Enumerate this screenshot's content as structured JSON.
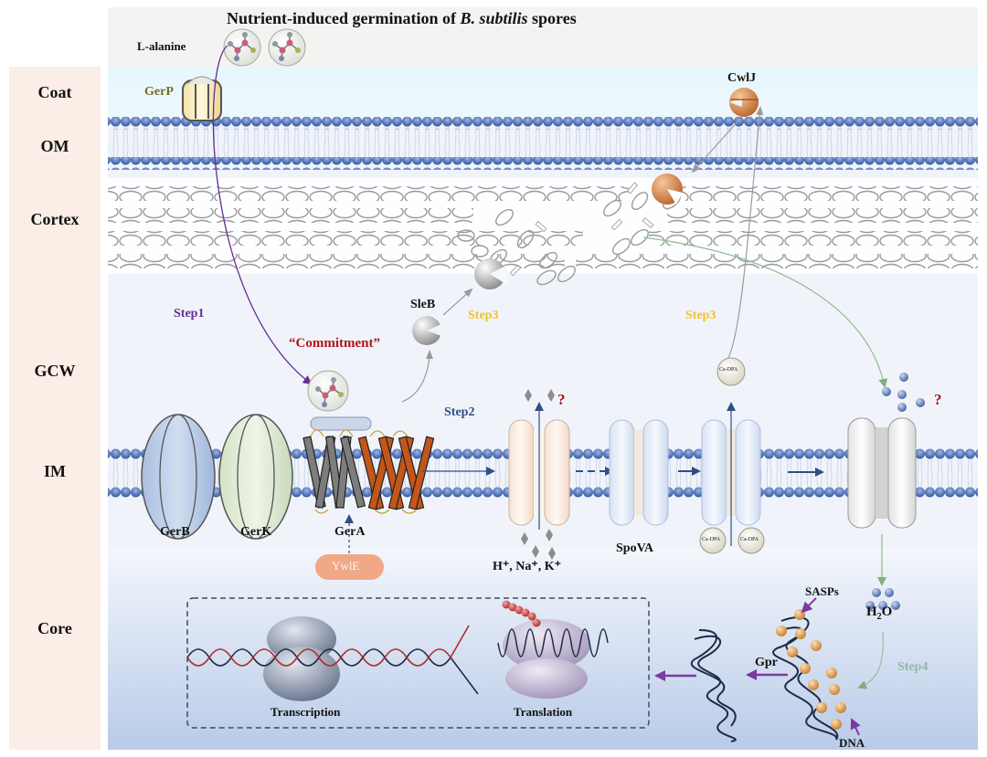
{
  "title": {
    "prefix": "Nutrient-induced germination of ",
    "italic": "B. subtilis",
    "suffix": " spores"
  },
  "regions": [
    {
      "id": "coat",
      "label": "Coat"
    },
    {
      "id": "om",
      "label": "OM"
    },
    {
      "id": "cortex",
      "label": "Cortex"
    },
    {
      "id": "gcw",
      "label": "GCW"
    },
    {
      "id": "im",
      "label": "IM"
    },
    {
      "id": "core",
      "label": "Core"
    }
  ],
  "labels": {
    "l_alanine": "L-alanine",
    "gerp": "GerP",
    "cwlj": "CwlJ",
    "sleb": "SleB",
    "step1": "Step1",
    "step2": "Step2",
    "step3_left": "Step3",
    "step3_right": "Step3",
    "step4": "Step4",
    "commitment": "“Commitment”",
    "gerb": "GerB",
    "gerk": "GerK",
    "gera": "GerA",
    "ywle": "YwlE",
    "ions": "H⁺, Na⁺, K⁺",
    "spova": "SpoVA",
    "ca_dpa": "Ca-DPA",
    "question": "?",
    "h2o_h": "H",
    "h2o_sub": "2",
    "h2o_o": "O",
    "sasps": "SASPs",
    "gpr": "Gpr",
    "dna": "DNA",
    "transcription": "Transcription",
    "translation": "Translation"
  },
  "colors": {
    "step1": "#6a2c91",
    "step2": "#2f4f85",
    "step3": "#f2c12e",
    "step4": "#8fb9a8",
    "commitment": "#b0151d",
    "gerp": "#7a6a2a",
    "region_bg": "#fbeee6",
    "membrane_head": "#4a6fb5",
    "question": "#b0151d"
  }
}
